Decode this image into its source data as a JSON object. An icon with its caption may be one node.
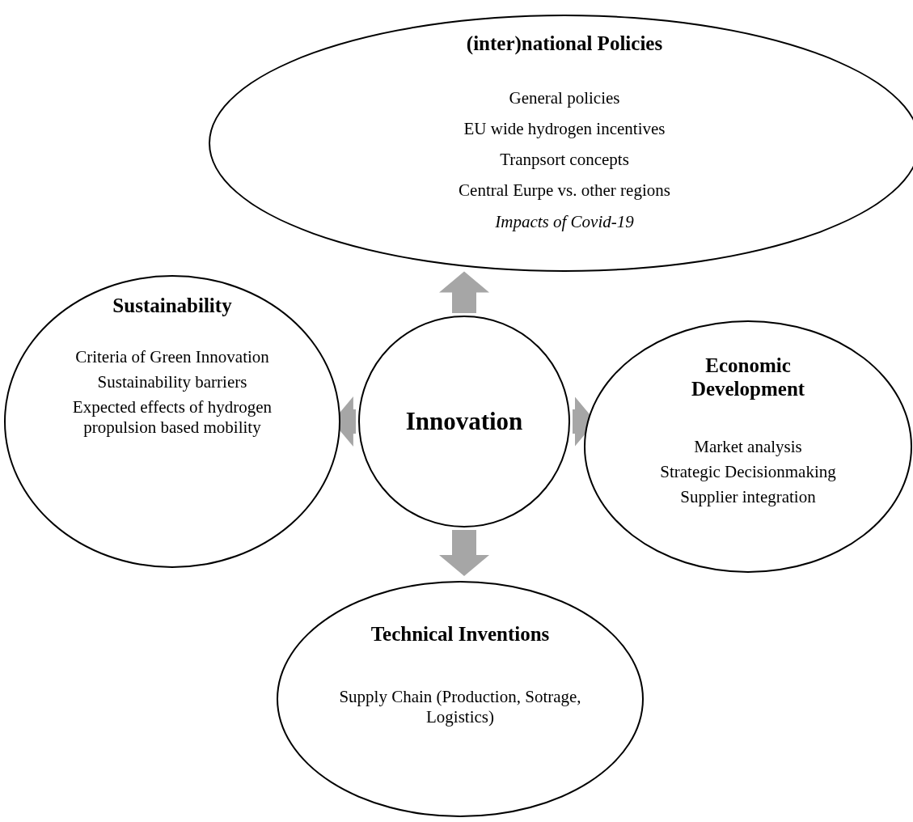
{
  "diagram": {
    "nodes": [
      {
        "text": [
          "(inter)national Policies",
          "General policies",
          "EU wide hydrogen incentives",
          "Tranpsort concepts",
          "Central Eurpe vs. other regions",
          "*Impacts of Covid-19*"
        ]
      },
      {
        "text": [
          "Sustainability",
          "Criteria of Green Innovation",
          "Sustainability barriers",
          "Expected effects of hydrogen propulsion based mobility"
        ]
      },
      {
        "text": [
          "Innovation"
        ]
      },
      {
        "text": [
          "Economic Development",
          "Market analysis",
          "Strategic Decisionmaking",
          "Supplier integration"
        ]
      },
      {
        "text": [
          "Technical Inventions",
          "Supply Chain (Production, Sotrage, Logistics)"
        ]
      }
    ],
    "edges": [
      {
        "from": 2,
        "to": 0,
        "arrow": "to"
      },
      {
        "from": 2,
        "to": 1,
        "arrow": "to"
      },
      {
        "from": 2,
        "to": 3,
        "arrow": "to"
      },
      {
        "from": 2,
        "to": 4,
        "arrow": "to"
      }
    ]
  }
}
